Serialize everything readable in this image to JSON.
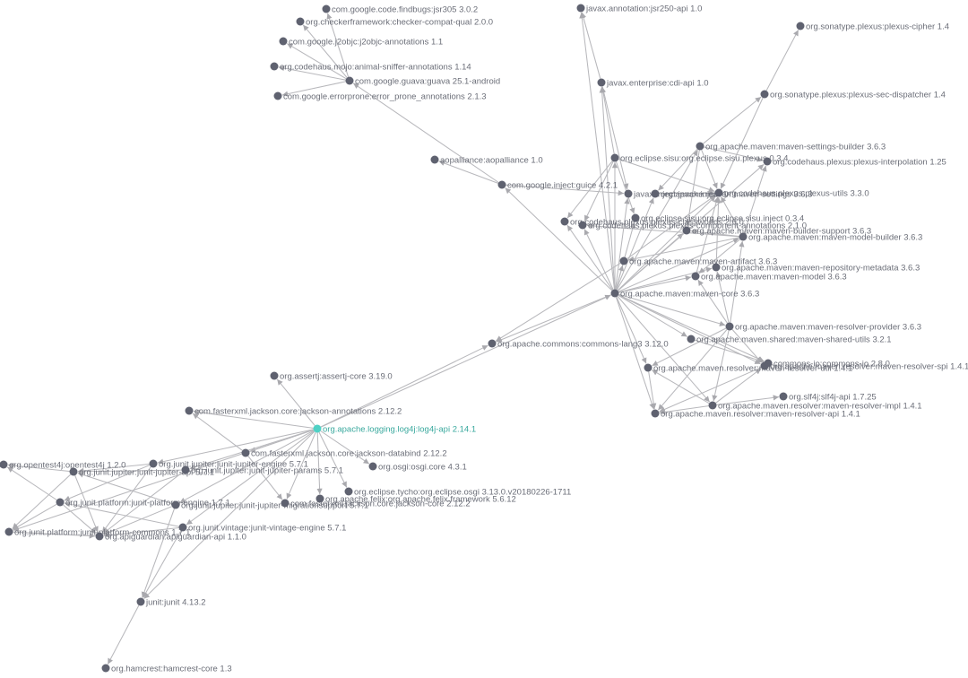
{
  "graph": {
    "title": "",
    "colors": {
      "background": "#ffffff",
      "node": "#5f6270",
      "edge": "#b8b8bc",
      "highlight": "#4fd1c5",
      "label": "#6b6e78"
    },
    "highlighted_node": "log4j",
    "nodes": [
      {
        "id": "findbugs",
        "label": "com.google.code.findbugs:jsr305 3.0.2"
      },
      {
        "id": "checker",
        "label": "org.checkerframework:checker-compat-qual 2.0.0"
      },
      {
        "id": "j2objc",
        "label": "com.google.j2objc:j2objc-annotations 1.1"
      },
      {
        "id": "animal",
        "label": "org.codehaus.mojo:animal-sniffer-annotations 1.14"
      },
      {
        "id": "guava",
        "label": "com.google.guava:guava 25.1-android"
      },
      {
        "id": "errorprone",
        "label": "com.google.errorprone:error_prone_annotations 2.1.3"
      },
      {
        "id": "aopalliance",
        "label": "aopalliance:aopalliance 1.0"
      },
      {
        "id": "guice",
        "label": "com.google.inject:guice 4.2.1"
      },
      {
        "id": "jsr250",
        "label": "javax.annotation:jsr250-api 1.0"
      },
      {
        "id": "cdi",
        "label": "javax.enterprise:cdi-api 1.0"
      },
      {
        "id": "plexuscipher",
        "label": "org.sonatype.plexus:plexus-cipher 1.4"
      },
      {
        "id": "secdispatcher",
        "label": "org.sonatype.plexus:plexus-sec-dispatcher 1.4"
      },
      {
        "id": "settingsbuilder",
        "label": "org.apache.maven:maven-settings-builder 3.6.3"
      },
      {
        "id": "sisuplexus",
        "label": "org.eclipse.sisu:org.eclipse.sisu.plexus 0.3.4"
      },
      {
        "id": "interpolation",
        "label": "org.codehaus.plexus:plexus-interpolation 1.25"
      },
      {
        "id": "javaxinject",
        "label": "javax.inject:javax.inject 1"
      },
      {
        "id": "mavensettings",
        "label": "org.apache.maven:maven-settings 3.6.3"
      },
      {
        "id": "plexusutils",
        "label": "org.codehaus.plexus:plexus-utils 3.3.0"
      },
      {
        "id": "classworlds",
        "label": "org.codehaus.plexus:plexus-classworlds 2.6.0"
      },
      {
        "id": "sisuinject",
        "label": "org.eclipse.sisu:org.eclipse.sisu.inject 0.3.4"
      },
      {
        "id": "componentannotations",
        "label": "org.codehaus.plexus:plexus-component-annotations 2.1.0"
      },
      {
        "id": "builderssupport",
        "label": "org.apache.maven:maven-builder-support 3.6.3"
      },
      {
        "id": "modelbuilder",
        "label": "org.apache.maven:maven-model-builder 3.6.3"
      },
      {
        "id": "artifact",
        "label": "org.apache.maven:maven-artifact 3.6.3"
      },
      {
        "id": "repometadata",
        "label": "org.apache.maven:maven-repository-metadata 3.6.3"
      },
      {
        "id": "model",
        "label": "org.apache.maven:maven-model 3.6.3"
      },
      {
        "id": "mavencore",
        "label": "org.apache.maven:maven-core 3.6.3"
      },
      {
        "id": "resolverprovider",
        "label": "org.apache.maven:maven-resolver-provider 3.6.3"
      },
      {
        "id": "sharedutils",
        "label": "org.apache.maven.shared:maven-shared-utils 3.2.1"
      },
      {
        "id": "commonsio",
        "label": "commons-io:commons-io 2.8.0"
      },
      {
        "id": "resolverutil",
        "label": "org.apache.maven.resolver:maven-resolver-util 1.4.1"
      },
      {
        "id": "resolverspi",
        "label": "org.apache.maven.resolver:maven-resolver-spi 1.4.1"
      },
      {
        "id": "slf4j",
        "label": "org.slf4j:slf4j-api 1.7.25"
      },
      {
        "id": "resolverimpl",
        "label": "org.apache.maven.resolver:maven-resolver-impl 1.4.1"
      },
      {
        "id": "resolverapi",
        "label": "org.apache.maven.resolver:maven-resolver-api 1.4.1"
      },
      {
        "id": "commonslang3",
        "label": "org.apache.commons:commons-lang3 3.12.0"
      },
      {
        "id": "assertj",
        "label": "org.assertj:assertj-core 3.19.0"
      },
      {
        "id": "jacksonannotations",
        "label": "com.fasterxml.jackson.core:jackson-annotations 2.12.2"
      },
      {
        "id": "log4j",
        "label": "org.apache.logging.log4j:log4j-api 2.14.1"
      },
      {
        "id": "jacksondatabind",
        "label": "com.fasterxml.jackson.core:jackson-databind 2.12.2"
      },
      {
        "id": "osgicore",
        "label": "org.osgi:osgi.core 4.3.1"
      },
      {
        "id": "opentest4j",
        "label": "org.opentest4j:opentest4j 1.2.0"
      },
      {
        "id": "jupiterapi",
        "label": "org.junit.jupiter:junit-jupiter-api 5.7.1"
      },
      {
        "id": "jupiterengine",
        "label": "org.junit.jupiter:junit-jupiter-engine 5.7.1"
      },
      {
        "id": "jupiterparams",
        "label": "org.junit.jupiter:junit-jupiter-params 5.7.1"
      },
      {
        "id": "tychoosgi",
        "label": "org.eclipse.tycho:org.eclipse.osgi 3.13.0.v20180226-1711"
      },
      {
        "id": "felix",
        "label": "org.apache.felix:org.apache.felix.framework 5.6.12"
      },
      {
        "id": "platformengine",
        "label": "org.junit.platform:junit-platform-engine 1.7.1"
      },
      {
        "id": "migrationsupport",
        "label": "org.junit.jupiter:junit-jupiter-migrationsupport 5.7.1"
      },
      {
        "id": "jacksoncore",
        "label": "com.fasterxml.jackson.core:jackson-core 2.12.2"
      },
      {
        "id": "platformcommons",
        "label": "org.junit.platform:junit-platform-commons 1.7.1"
      },
      {
        "id": "apiguardian",
        "label": "org.apiguardian:apiguardian-api 1.1.0"
      },
      {
        "id": "vintageengine",
        "label": "org.junit.vintage:junit-vintage-engine 5.7.1"
      },
      {
        "id": "junit",
        "label": "junit:junit 4.13.2"
      },
      {
        "id": "hamcrest",
        "label": "org.hamcrest:hamcrest-core 1.3"
      }
    ],
    "edges": [
      [
        "guava",
        "findbugs"
      ],
      [
        "guava",
        "checker"
      ],
      [
        "guava",
        "j2objc"
      ],
      [
        "guava",
        "animal"
      ],
      [
        "guava",
        "errorprone"
      ],
      [
        "guice",
        "guava"
      ],
      [
        "guice",
        "aopalliance"
      ],
      [
        "guice",
        "javaxinject"
      ],
      [
        "mavencore",
        "guice"
      ],
      [
        "mavencore",
        "commonslang3"
      ],
      [
        "mavencore",
        "cdi"
      ],
      [
        "mavencore",
        "jsr250"
      ],
      [
        "mavencore",
        "sisuplexus"
      ],
      [
        "mavencore",
        "settingsbuilder"
      ],
      [
        "mavencore",
        "mavensettings"
      ],
      [
        "mavencore",
        "plexusutils"
      ],
      [
        "mavencore",
        "classworlds"
      ],
      [
        "mavencore",
        "componentannotations"
      ],
      [
        "mavencore",
        "sisuinject"
      ],
      [
        "mavencore",
        "javaxinject"
      ],
      [
        "mavencore",
        "builderssupport"
      ],
      [
        "mavencore",
        "modelbuilder"
      ],
      [
        "mavencore",
        "artifact"
      ],
      [
        "mavencore",
        "repometadata"
      ],
      [
        "mavencore",
        "model"
      ],
      [
        "mavencore",
        "resolverprovider"
      ],
      [
        "mavencore",
        "sharedutils"
      ],
      [
        "mavencore",
        "resolverutil"
      ],
      [
        "mavencore",
        "resolverspi"
      ],
      [
        "mavencore",
        "resolverimpl"
      ],
      [
        "mavencore",
        "resolverapi"
      ],
      [
        "mavencore",
        "commonsio"
      ],
      [
        "mavencore",
        "interpolation"
      ],
      [
        "cdi",
        "jsr250"
      ],
      [
        "cdi",
        "javaxinject"
      ],
      [
        "sisuplexus",
        "cdi"
      ],
      [
        "sisuplexus",
        "sisuinject"
      ],
      [
        "sisuplexus",
        "plexusutils"
      ],
      [
        "sisuplexus",
        "classworlds"
      ],
      [
        "sisuplexus",
        "componentannotations"
      ],
      [
        "settingsbuilder",
        "secdispatcher"
      ],
      [
        "settingsbuilder",
        "interpolation"
      ],
      [
        "settingsbuilder",
        "mavensettings"
      ],
      [
        "settingsbuilder",
        "plexusutils"
      ],
      [
        "settingsbuilder",
        "builderssupport"
      ],
      [
        "secdispatcher",
        "plexuscipher"
      ],
      [
        "secdispatcher",
        "plexusutils"
      ],
      [
        "mavensettings",
        "plexusutils"
      ],
      [
        "modelbuilder",
        "model"
      ],
      [
        "modelbuilder",
        "builderssupport"
      ],
      [
        "modelbuilder",
        "interpolation"
      ],
      [
        "modelbuilder",
        "plexusutils"
      ],
      [
        "modelbuilder",
        "componentannotations"
      ],
      [
        "modelbuilder",
        "artifact"
      ],
      [
        "artifact",
        "plexusutils"
      ],
      [
        "artifact",
        "commonslang3"
      ],
      [
        "model",
        "plexusutils"
      ],
      [
        "repometadata",
        "plexusutils"
      ],
      [
        "resolverprovider",
        "model"
      ],
      [
        "resolverprovider",
        "modelbuilder"
      ],
      [
        "resolverprovider",
        "repometadata"
      ],
      [
        "resolverprovider",
        "resolverapi"
      ],
      [
        "resolverprovider",
        "resolverspi"
      ],
      [
        "resolverprovider",
        "resolverutil"
      ],
      [
        "resolverprovider",
        "resolverimpl"
      ],
      [
        "sharedutils",
        "commonsio"
      ],
      [
        "resolverimpl",
        "resolverapi"
      ],
      [
        "resolverimpl",
        "resolverspi"
      ],
      [
        "resolverimpl",
        "resolverutil"
      ],
      [
        "resolverimpl",
        "slf4j"
      ],
      [
        "resolverutil",
        "resolverapi"
      ],
      [
        "resolverspi",
        "resolverapi"
      ],
      [
        "log4j",
        "mavencore"
      ],
      [
        "log4j",
        "commonslang3"
      ],
      [
        "log4j",
        "assertj"
      ],
      [
        "log4j",
        "jacksonannotations"
      ],
      [
        "log4j",
        "jacksondatabind"
      ],
      [
        "log4j",
        "osgicore"
      ],
      [
        "log4j",
        "tychoosgi"
      ],
      [
        "log4j",
        "felix"
      ],
      [
        "log4j",
        "jacksoncore"
      ],
      [
        "log4j",
        "jupiterengine"
      ],
      [
        "log4j",
        "jupiterparams"
      ],
      [
        "log4j",
        "migrationsupport"
      ],
      [
        "log4j",
        "vintageengine"
      ],
      [
        "log4j",
        "junit"
      ],
      [
        "log4j",
        "platformcommons"
      ],
      [
        "jacksondatabind",
        "jacksonannotations"
      ],
      [
        "jacksondatabind",
        "jacksoncore"
      ],
      [
        "jupiterengine",
        "jupiterapi"
      ],
      [
        "jupiterengine",
        "platformengine"
      ],
      [
        "jupiterengine",
        "apiguardian"
      ],
      [
        "jupiterparams",
        "jupiterapi"
      ],
      [
        "jupiterparams",
        "apiguardian"
      ],
      [
        "migrationsupport",
        "jupiterapi"
      ],
      [
        "migrationsupport",
        "junit"
      ],
      [
        "migrationsupport",
        "apiguardian"
      ],
      [
        "jupiterapi",
        "opentest4j"
      ],
      [
        "jupiterapi",
        "platformcommons"
      ],
      [
        "jupiterapi",
        "apiguardian"
      ],
      [
        "platformengine",
        "opentest4j"
      ],
      [
        "platformengine",
        "platformcommons"
      ],
      [
        "platformengine",
        "apiguardian"
      ],
      [
        "platformcommons",
        "apiguardian"
      ],
      [
        "vintageengine",
        "platformengine"
      ],
      [
        "vintageengine",
        "junit"
      ],
      [
        "vintageengine",
        "apiguardian"
      ],
      [
        "junit",
        "hamcrest"
      ]
    ]
  }
}
